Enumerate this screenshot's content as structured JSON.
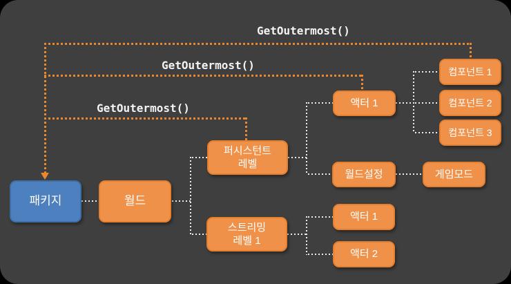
{
  "diagram": {
    "outermost_labels": {
      "top": "GetOutermost()",
      "mid": "GetOutermost()",
      "low": "GetOutermost()"
    },
    "nodes": {
      "package": "패키지",
      "world": "월드",
      "persistent_level": "퍼시스턴트\n레벨",
      "streaming_level": "스트리밍\n레벨 1",
      "actor1_persistent": "액터 1",
      "world_settings": "월드설정",
      "game_mode": "게임모드",
      "actor1_streaming": "액터 1",
      "actor2_streaming": "액터 2",
      "component1": "컴포넌트 1",
      "component2": "컴포넌트 2",
      "component3": "컴포넌트 3"
    },
    "colors": {
      "background": "#000000",
      "panel": "#3F3F3F",
      "node_orange_fill": "#F0914A",
      "node_orange_border": "#E57E2D",
      "node_blue_fill": "#4D80BE",
      "node_blue_border": "#3D6FA5",
      "arrow_orange": "#E8882F",
      "connector_white": "#EDEDED",
      "text": "#FFFFFF"
    }
  }
}
